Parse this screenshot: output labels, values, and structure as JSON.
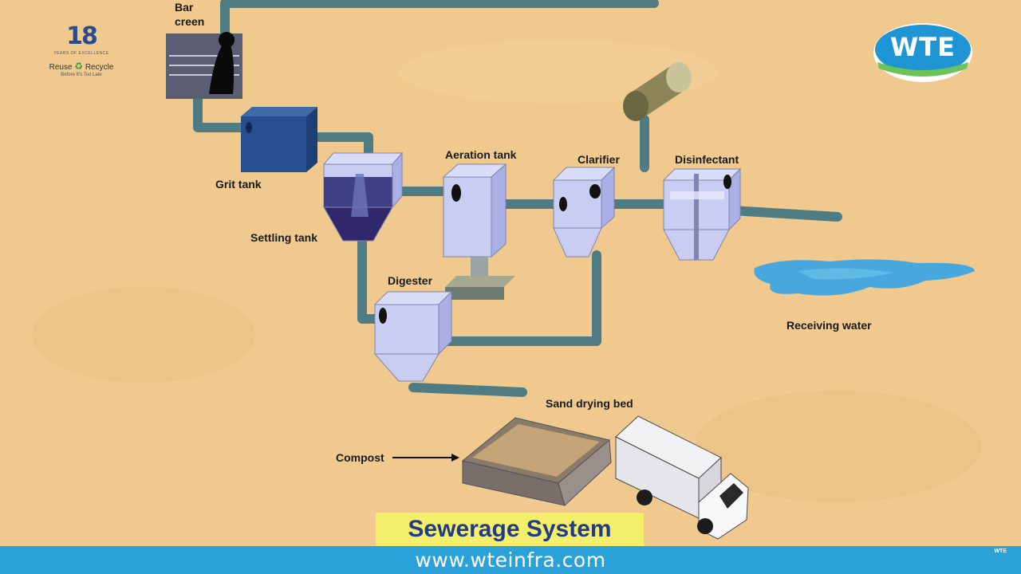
{
  "brand": {
    "anniversary_number": "18",
    "anniversary_sub": "YEARS OF EXCELLENCE",
    "reuse": "Reuse",
    "recycle": "Recycle",
    "tagline": "Before It's Too Late",
    "logo_text": "WTE"
  },
  "diagram": {
    "labels": {
      "bar_screen_1": "Bar",
      "bar_screen_2": "creen",
      "grit_tank": "Grit tank",
      "settling_tank": "Settling tank",
      "aeration_tank": "Aeration tank",
      "clarifier": "Clarifier",
      "disinfectant": "Disinfectant",
      "digester": "Digester",
      "receiving_water": "Receiving water",
      "sand_drying_bed": "Sand drying bed",
      "compost": "Compost"
    },
    "colors": {
      "background": "#efc98e",
      "pipe": "#4e7c82",
      "tank_glass": "#c9cdf2",
      "water": "#48a8de",
      "title_bg": "#f4ef6a",
      "title_text": "#233a86",
      "footer_bg": "#2aa2d8"
    }
  },
  "title": "Sewerage System",
  "footer": {
    "url": "www.wteinfra.com",
    "mini_logo": "WTE"
  }
}
